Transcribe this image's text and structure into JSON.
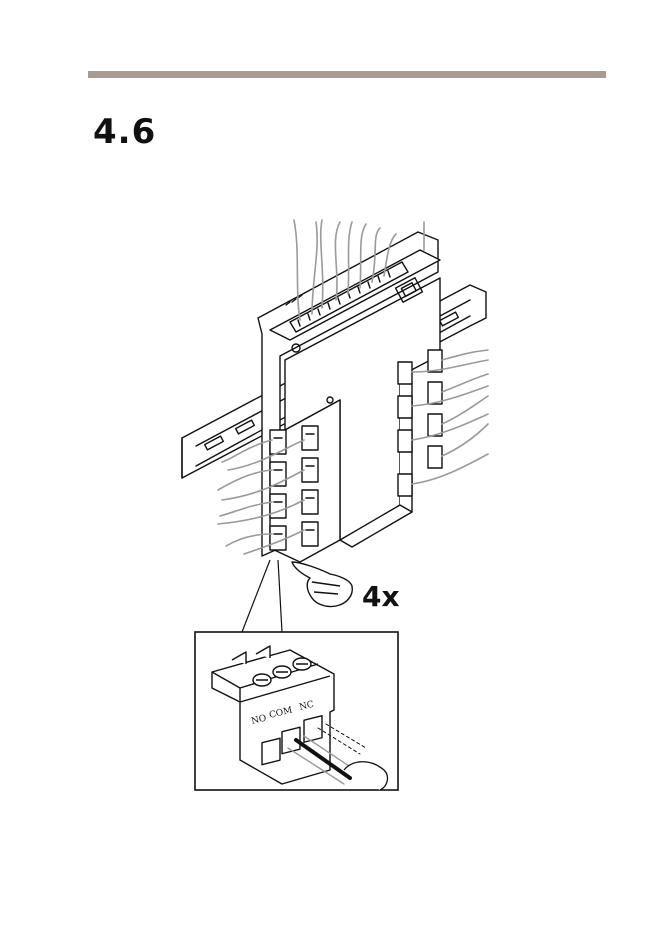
{
  "step": {
    "number": "4.6"
  },
  "diagram": {
    "multiplier_label": "4x",
    "terminal_labels": [
      "NO",
      "COM",
      "NC"
    ]
  },
  "colors": {
    "rule": "#a99a93",
    "line": "#111111",
    "wire": "#9a9a9a"
  }
}
